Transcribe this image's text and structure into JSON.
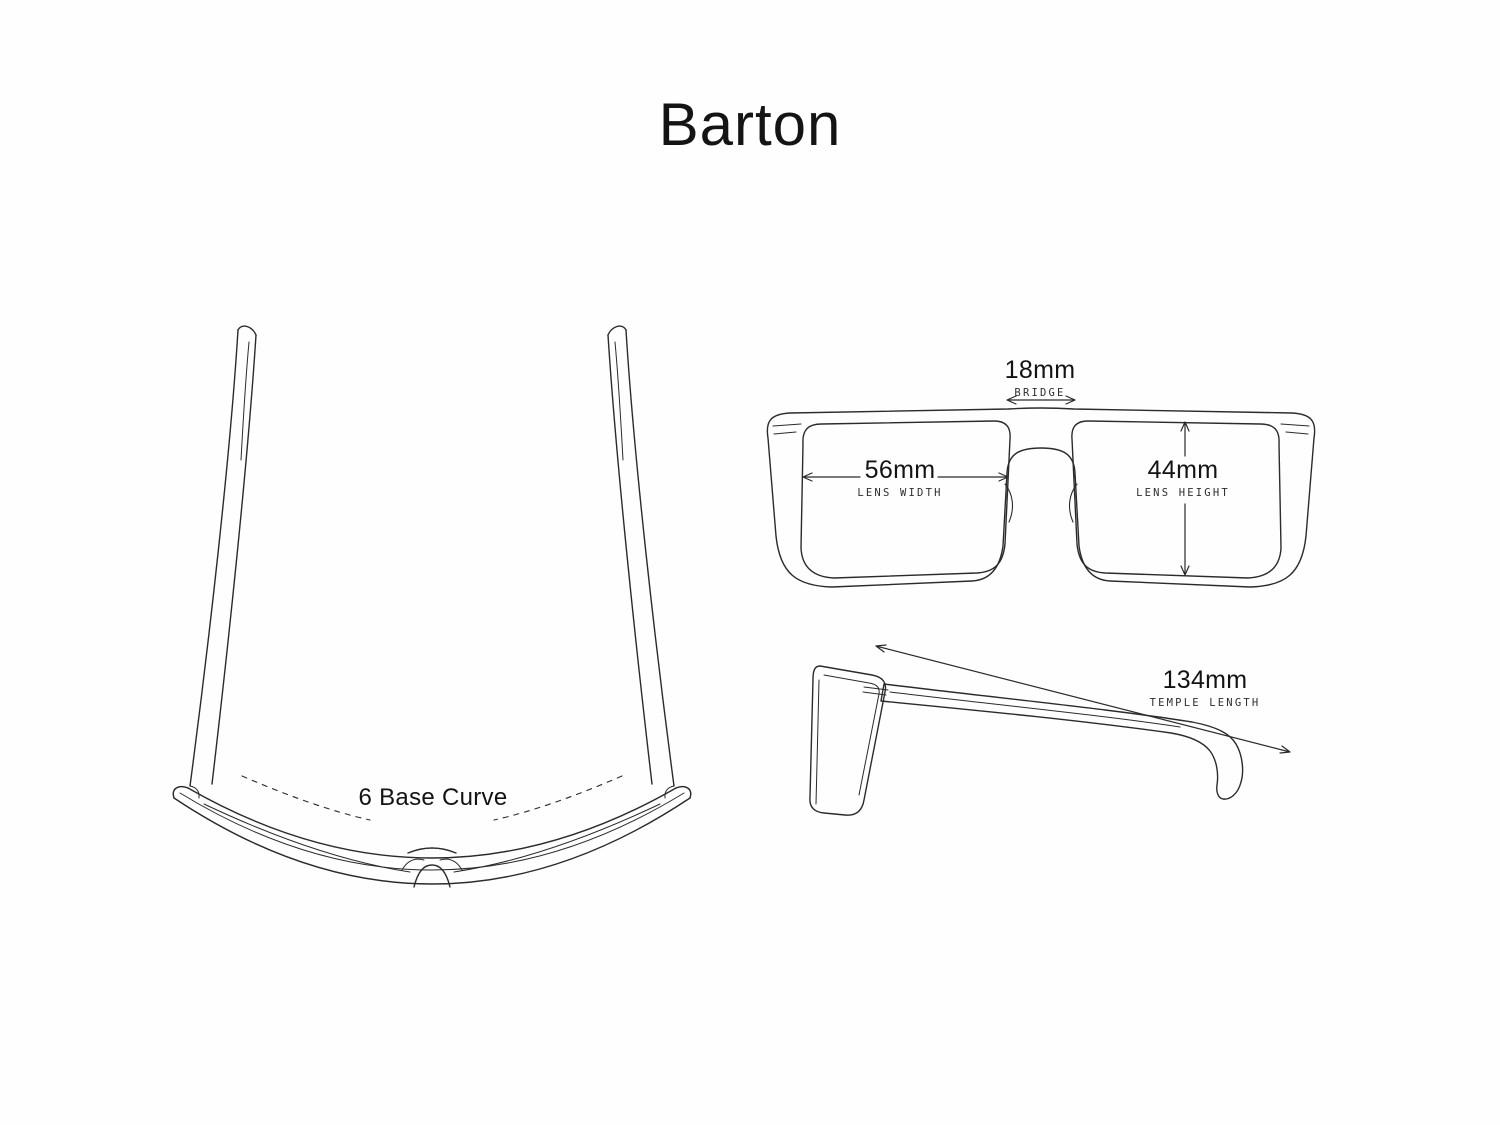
{
  "page": {
    "title": "Barton"
  },
  "colors": {
    "background": "#fefefe",
    "line": "#2b2b2b",
    "text": "#131313",
    "label": "#2d2d2d"
  },
  "top_view": {
    "base_curve_label": "6 Base Curve"
  },
  "front_view": {
    "bridge": {
      "value": "18mm",
      "label": "BRIDGE"
    },
    "lens_width": {
      "value": "56mm",
      "label": "LENS WIDTH"
    },
    "lens_height": {
      "value": "44mm",
      "label": "LENS HEIGHT"
    }
  },
  "side_view": {
    "temple_length": {
      "value": "134mm",
      "label": "TEMPLE LENGTH"
    }
  }
}
